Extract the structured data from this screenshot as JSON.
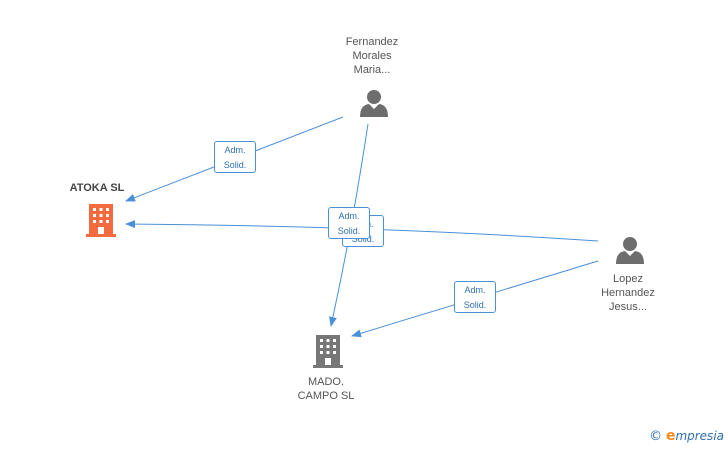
{
  "nodes": {
    "atoka": {
      "name": "ATOKA SL",
      "type": "company",
      "color": "#f26a3d"
    },
    "mado": {
      "line1": "MADO.",
      "line2": "CAMPO SL",
      "type": "company",
      "color": "#777777"
    },
    "fernandez": {
      "line1": "Fernandez",
      "line2": "Morales",
      "line3": "Maria...",
      "type": "person",
      "color": "#6d6d6d"
    },
    "lopez": {
      "line1": "Lopez",
      "line2": "Hernandez",
      "line3": "Jesus...",
      "type": "person",
      "color": "#6d6d6d"
    }
  },
  "edges": [
    {
      "id": "e1",
      "from": "fernandez",
      "to": "atoka",
      "role_line1": "Adm.",
      "role_line2": "Solid."
    },
    {
      "id": "e2",
      "from": "fernandez",
      "to": "mado",
      "role_line1": "Adm.",
      "role_line2": "Solid."
    },
    {
      "id": "e3",
      "from": "lopez",
      "to": "atoka",
      "role_line1": "Adm.",
      "role_line2": "Solid."
    },
    {
      "id": "e4",
      "from": "lopez",
      "to": "mado",
      "role_line1": "Adm.",
      "role_line2": "Solid."
    }
  ],
  "edge_color": "#4a90d9",
  "brand": {
    "copyright": "©",
    "initial": "e",
    "name": "mpresia"
  }
}
